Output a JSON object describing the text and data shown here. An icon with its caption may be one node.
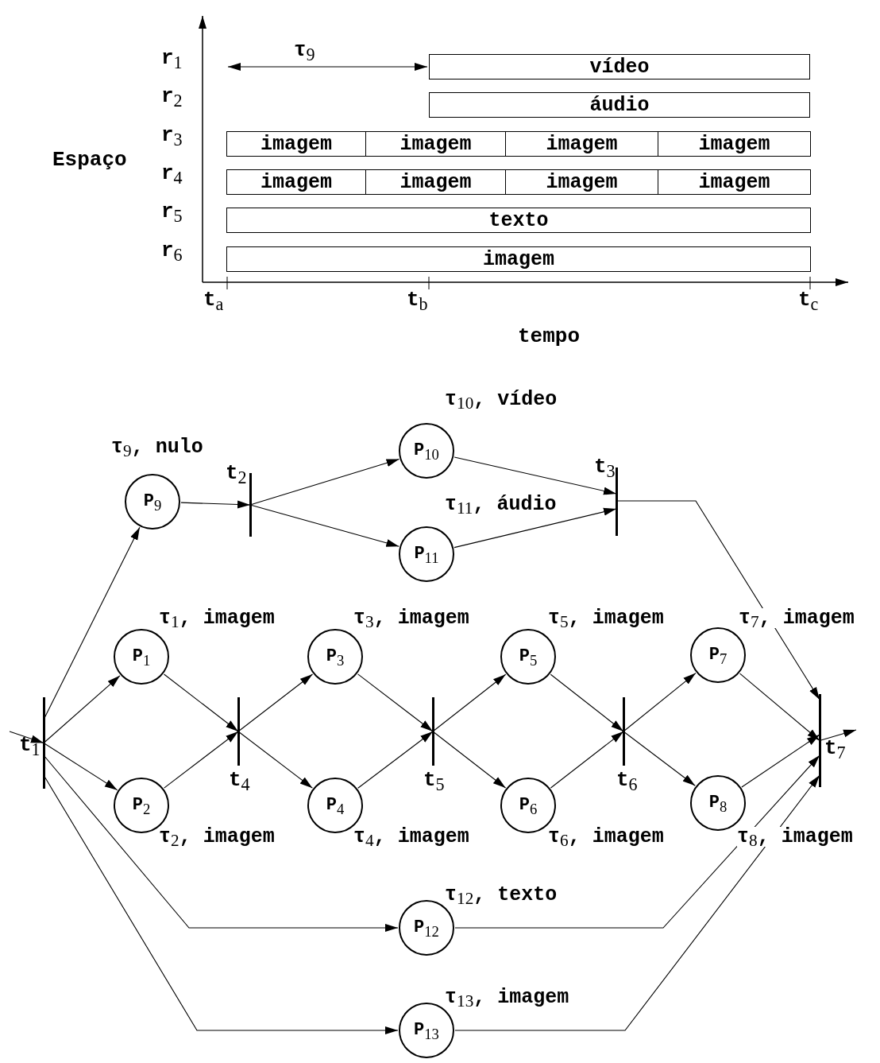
{
  "diagram": {
    "nodes": [
      {
        "text": [
          "vídeo"
        ]
      },
      {
        "text": [
          "áudio"
        ]
      },
      {
        "text": [
          "imagem"
        ]
      },
      {
        "text": [
          "imagem"
        ]
      },
      {
        "text": [
          "imagem"
        ]
      },
      {
        "text": [
          "imagem"
        ]
      },
      {
        "text": [
          "imagem"
        ]
      },
      {
        "text": [
          "imagem"
        ]
      },
      {
        "text": [
          "imagem"
        ]
      },
      {
        "text": [
          "imagem"
        ]
      },
      {
        "text": [
          "texto"
        ]
      },
      {
        "text": [
          "imagem"
        ]
      },
      {
        "text": [
          "P$_{9}$"
        ],
        "beside": [
          "τ$_{9}$, nulo"
        ]
      },
      {
        "text": [
          "t$_{2}$"
        ]
      },
      {
        "text": [
          "P$_{10}$"
        ],
        "beside": [
          "τ$_{10}$, vídeo"
        ]
      },
      {
        "text": [
          "P$_{11}$"
        ],
        "beside": [
          "τ$_{11}$, áudio"
        ]
      },
      {
        "text": [
          "t$_{3}$"
        ]
      },
      {
        "text": [
          "t$_{1}$"
        ]
      },
      {
        "text": [
          "P$_{1}$"
        ],
        "beside": [
          "τ$_{1}$, imagem"
        ]
      },
      {
        "text": [
          "P$_{2}$"
        ],
        "beside": [
          "τ$_{2}$, imagem"
        ]
      },
      {
        "text": [
          "t$_{4}$"
        ]
      },
      {
        "text": [
          "P$_{3}$"
        ],
        "beside": [
          "τ$_{3}$, imagem"
        ]
      },
      {
        "text": [
          "P$_{4}$"
        ],
        "beside": [
          "τ$_{4}$, imagem"
        ]
      },
      {
        "text": [
          "t$_{5}$"
        ]
      },
      {
        "text": [
          "P$_{5}$"
        ],
        "beside": [
          "τ$_{5}$, imagem"
        ]
      },
      {
        "text": [
          "P$_{6}$"
        ],
        "beside": [
          "τ$_{6}$, imagem"
        ]
      },
      {
        "text": [
          "t$_{6}$"
        ]
      },
      {
        "text": [
          "P$_{7}$"
        ],
        "beside": [
          "τ$_{7}$, imagem"
        ]
      },
      {
        "text": [
          "P$_{8}$"
        ],
        "beside": [
          "τ$_{8}$, imagem"
        ]
      },
      {
        "text": [
          "t$_{7}$"
        ]
      },
      {
        "text": [
          "P$_{12}$"
        ],
        "beside": [
          "τ$_{12}$, texto"
        ]
      },
      {
        "text": [
          "P$_{13}$"
        ],
        "beside": [
          "τ$_{13}$, imagem"
        ]
      }
    ],
    "edges": [
      {
        "from": null,
        "to": 17,
        "arrow": "to"
      },
      {
        "from": 17,
        "to": 12,
        "arrow": "to"
      },
      {
        "from": 12,
        "to": 13,
        "arrow": "to"
      },
      {
        "from": 13,
        "to": 14,
        "arrow": "to"
      },
      {
        "from": 13,
        "to": 15,
        "arrow": "to"
      },
      {
        "from": 14,
        "to": 16,
        "arrow": "to"
      },
      {
        "from": 15,
        "to": 16,
        "arrow": "to"
      },
      {
        "from": 16,
        "to": 29,
        "arrow": "to"
      },
      {
        "from": 17,
        "to": 18,
        "arrow": "to"
      },
      {
        "from": 17,
        "to": 19,
        "arrow": "to"
      },
      {
        "from": 18,
        "to": 20,
        "arrow": "to"
      },
      {
        "from": 19,
        "to": 20,
        "arrow": "to"
      },
      {
        "from": 20,
        "to": 21,
        "arrow": "to"
      },
      {
        "from": 20,
        "to": 22,
        "arrow": "to"
      },
      {
        "from": 21,
        "to": 23,
        "arrow": "to"
      },
      {
        "from": 22,
        "to": 23,
        "arrow": "to"
      },
      {
        "from": 23,
        "to": 24,
        "arrow": "to"
      },
      {
        "from": 23,
        "to": 25,
        "arrow": "to"
      },
      {
        "from": 24,
        "to": 26,
        "arrow": "to"
      },
      {
        "from": 25,
        "to": 26,
        "arrow": "to"
      },
      {
        "from": 26,
        "to": 27,
        "arrow": "to"
      },
      {
        "from": 26,
        "to": 28,
        "arrow": "to"
      },
      {
        "from": 27,
        "to": 29,
        "arrow": "to"
      },
      {
        "from": 28,
        "to": 29,
        "arrow": "to"
      },
      {
        "from": 30,
        "to": 29,
        "arrow": "to"
      },
      {
        "from": 31,
        "to": 29,
        "arrow": "to"
      },
      {
        "from": 17,
        "to": 30,
        "arrow": "to"
      },
      {
        "from": 17,
        "to": 31,
        "arrow": "to"
      },
      {
        "from": 29,
        "to": null,
        "arrow": "to"
      }
    ],
    "labels": [
      "τ$_{9}$",
      "r$_{1}$",
      "r$_{2}$",
      "r$_{3}$",
      "Espaço",
      "r$_{4}$",
      "r$_{5}$",
      "r$_{6}$",
      "t$_{a}$",
      "t$_{b}$",
      "t$_{c}$",
      "tempo"
    ]
  }
}
